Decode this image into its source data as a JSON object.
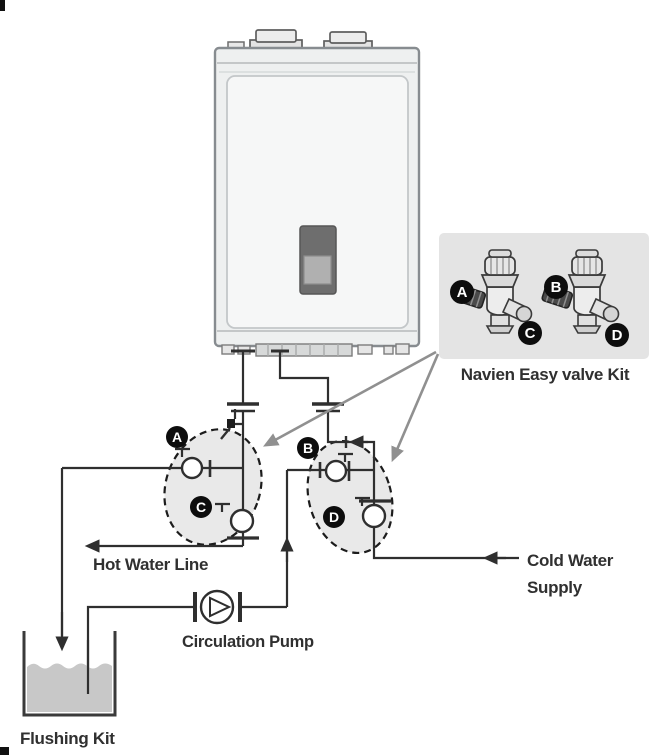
{
  "inset": {
    "caption": "Navien Easy valve Kit"
  },
  "badges": {
    "a": "A",
    "b": "B",
    "c": "C",
    "d": "D"
  },
  "labels": {
    "hot_water_line": "Hot Water Line",
    "cold_water_line1": "Cold Water",
    "cold_water_line2": "Supply",
    "circulation_pump": "Circulation Pump",
    "flushing_kit": "Flushing Kit"
  },
  "colors": {
    "pipe_line": "#2f2f2f",
    "pointer_arrow": "#909090",
    "badge_bg": "#0d0d0d",
    "badge_text": "#ffffff",
    "inset_panel_bg": "#e4e4e4",
    "water_fill": "#c8c8c8",
    "display_dark": "#6e6e6e",
    "display_light": "#b0b0b0"
  }
}
